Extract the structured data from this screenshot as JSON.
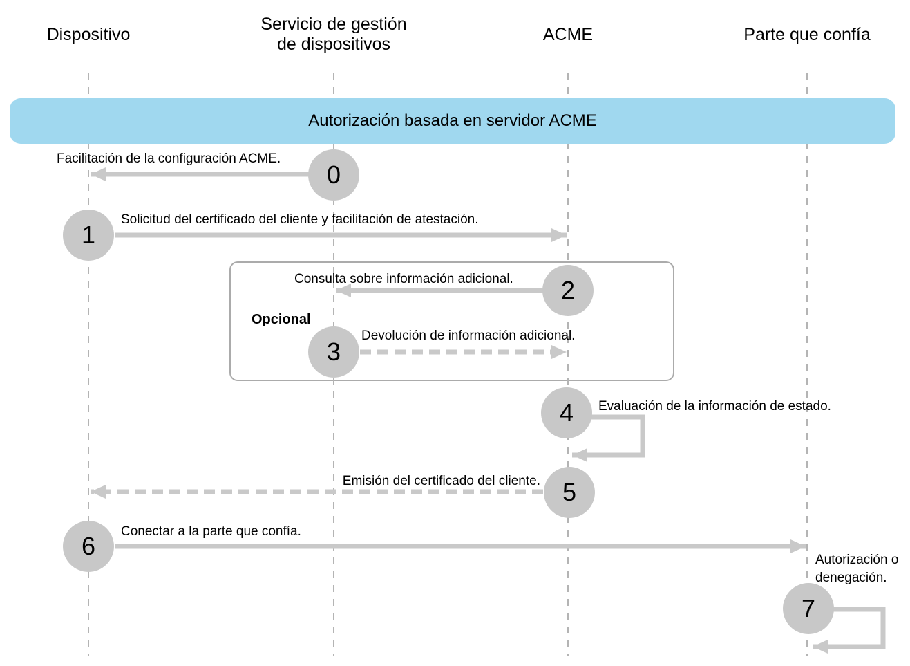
{
  "diagram": {
    "banner_title": "Autorización basada en servidor ACME",
    "optional_group_label": "Opcional",
    "lifelines": [
      {
        "label": "Dispositivo"
      },
      {
        "label": "Servicio de gestión de dispositivos"
      },
      {
        "label": "ACME"
      },
      {
        "label": "Parte que confía"
      }
    ],
    "steps": [
      {
        "number": "0",
        "label": "Facilitación de la configuración ACME.",
        "from": "Servicio de gestión de dispositivos",
        "to": "Dispositivo",
        "line": "solid",
        "optional": false
      },
      {
        "number": "1",
        "label": "Solicitud del certificado del cliente y facilitación de atestación.",
        "from": "Dispositivo",
        "to": "ACME",
        "line": "solid",
        "optional": false
      },
      {
        "number": "2",
        "label": "Consulta sobre información adicional.",
        "from": "ACME",
        "to": "Servicio de gestión de dispositivos",
        "line": "solid",
        "optional": true
      },
      {
        "number": "3",
        "label": "Devolución de información adicional.",
        "from": "Servicio de gestión de dispositivos",
        "to": "ACME",
        "line": "dashed",
        "optional": true
      },
      {
        "number": "4",
        "label": "Evaluación de la información de estado.",
        "from": "ACME",
        "to": "ACME",
        "line": "self-loop",
        "optional": false
      },
      {
        "number": "5",
        "label": "Emisión del certificado del cliente.",
        "from": "ACME",
        "to": "Dispositivo",
        "line": "dashed",
        "optional": false
      },
      {
        "number": "6",
        "label": "Conectar a la parte que confía.",
        "from": "Dispositivo",
        "to": "Parte que confía",
        "line": "solid",
        "optional": false
      },
      {
        "number": "7",
        "label": "Autorización o denegación.",
        "from": "Parte que confía",
        "to": "Parte que confía",
        "line": "self-loop",
        "optional": false
      }
    ],
    "colors": {
      "banner": "#A0D8EF",
      "circle": "#C8C8C8",
      "arrow": "#C9C9C9",
      "lifeline": "#B4B4B4",
      "optional_border": "#ABABAB",
      "text": "#000000"
    }
  }
}
